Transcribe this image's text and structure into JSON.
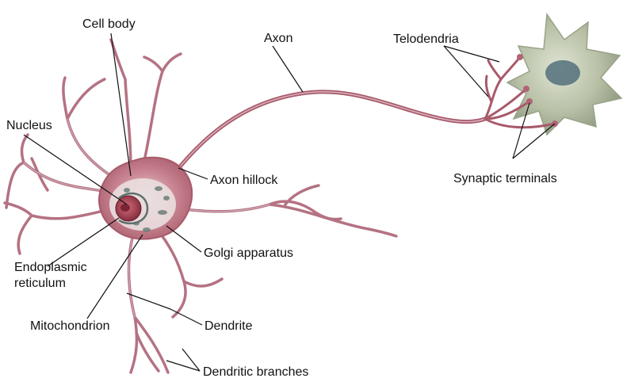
{
  "labels": {
    "cell_body": "Cell body",
    "nucleus": "Nucleus",
    "axon": "Axon",
    "telodendria": "Telodendria",
    "axon_hillock": "Axon hillock",
    "synaptic_terminals": "Synaptic terminals",
    "golgi_apparatus": "Golgi apparatus",
    "endoplasmic_reticulum_line1": "Endoplasmic",
    "endoplasmic_reticulum_line2": "reticulum",
    "mitochondrion": "Mitochondrion",
    "dendrite": "Dendrite",
    "dendritic_branches": "Dendritic branches"
  },
  "colors": {
    "membrane": "#a85a6a",
    "membrane_light": "#c9a0ac",
    "cytoplasm": "#b9687a",
    "nucleus": "#9c3a4c",
    "target_cell": "#a9b39a",
    "target_nucleus": "#5d7a83",
    "leader": "#111111"
  }
}
